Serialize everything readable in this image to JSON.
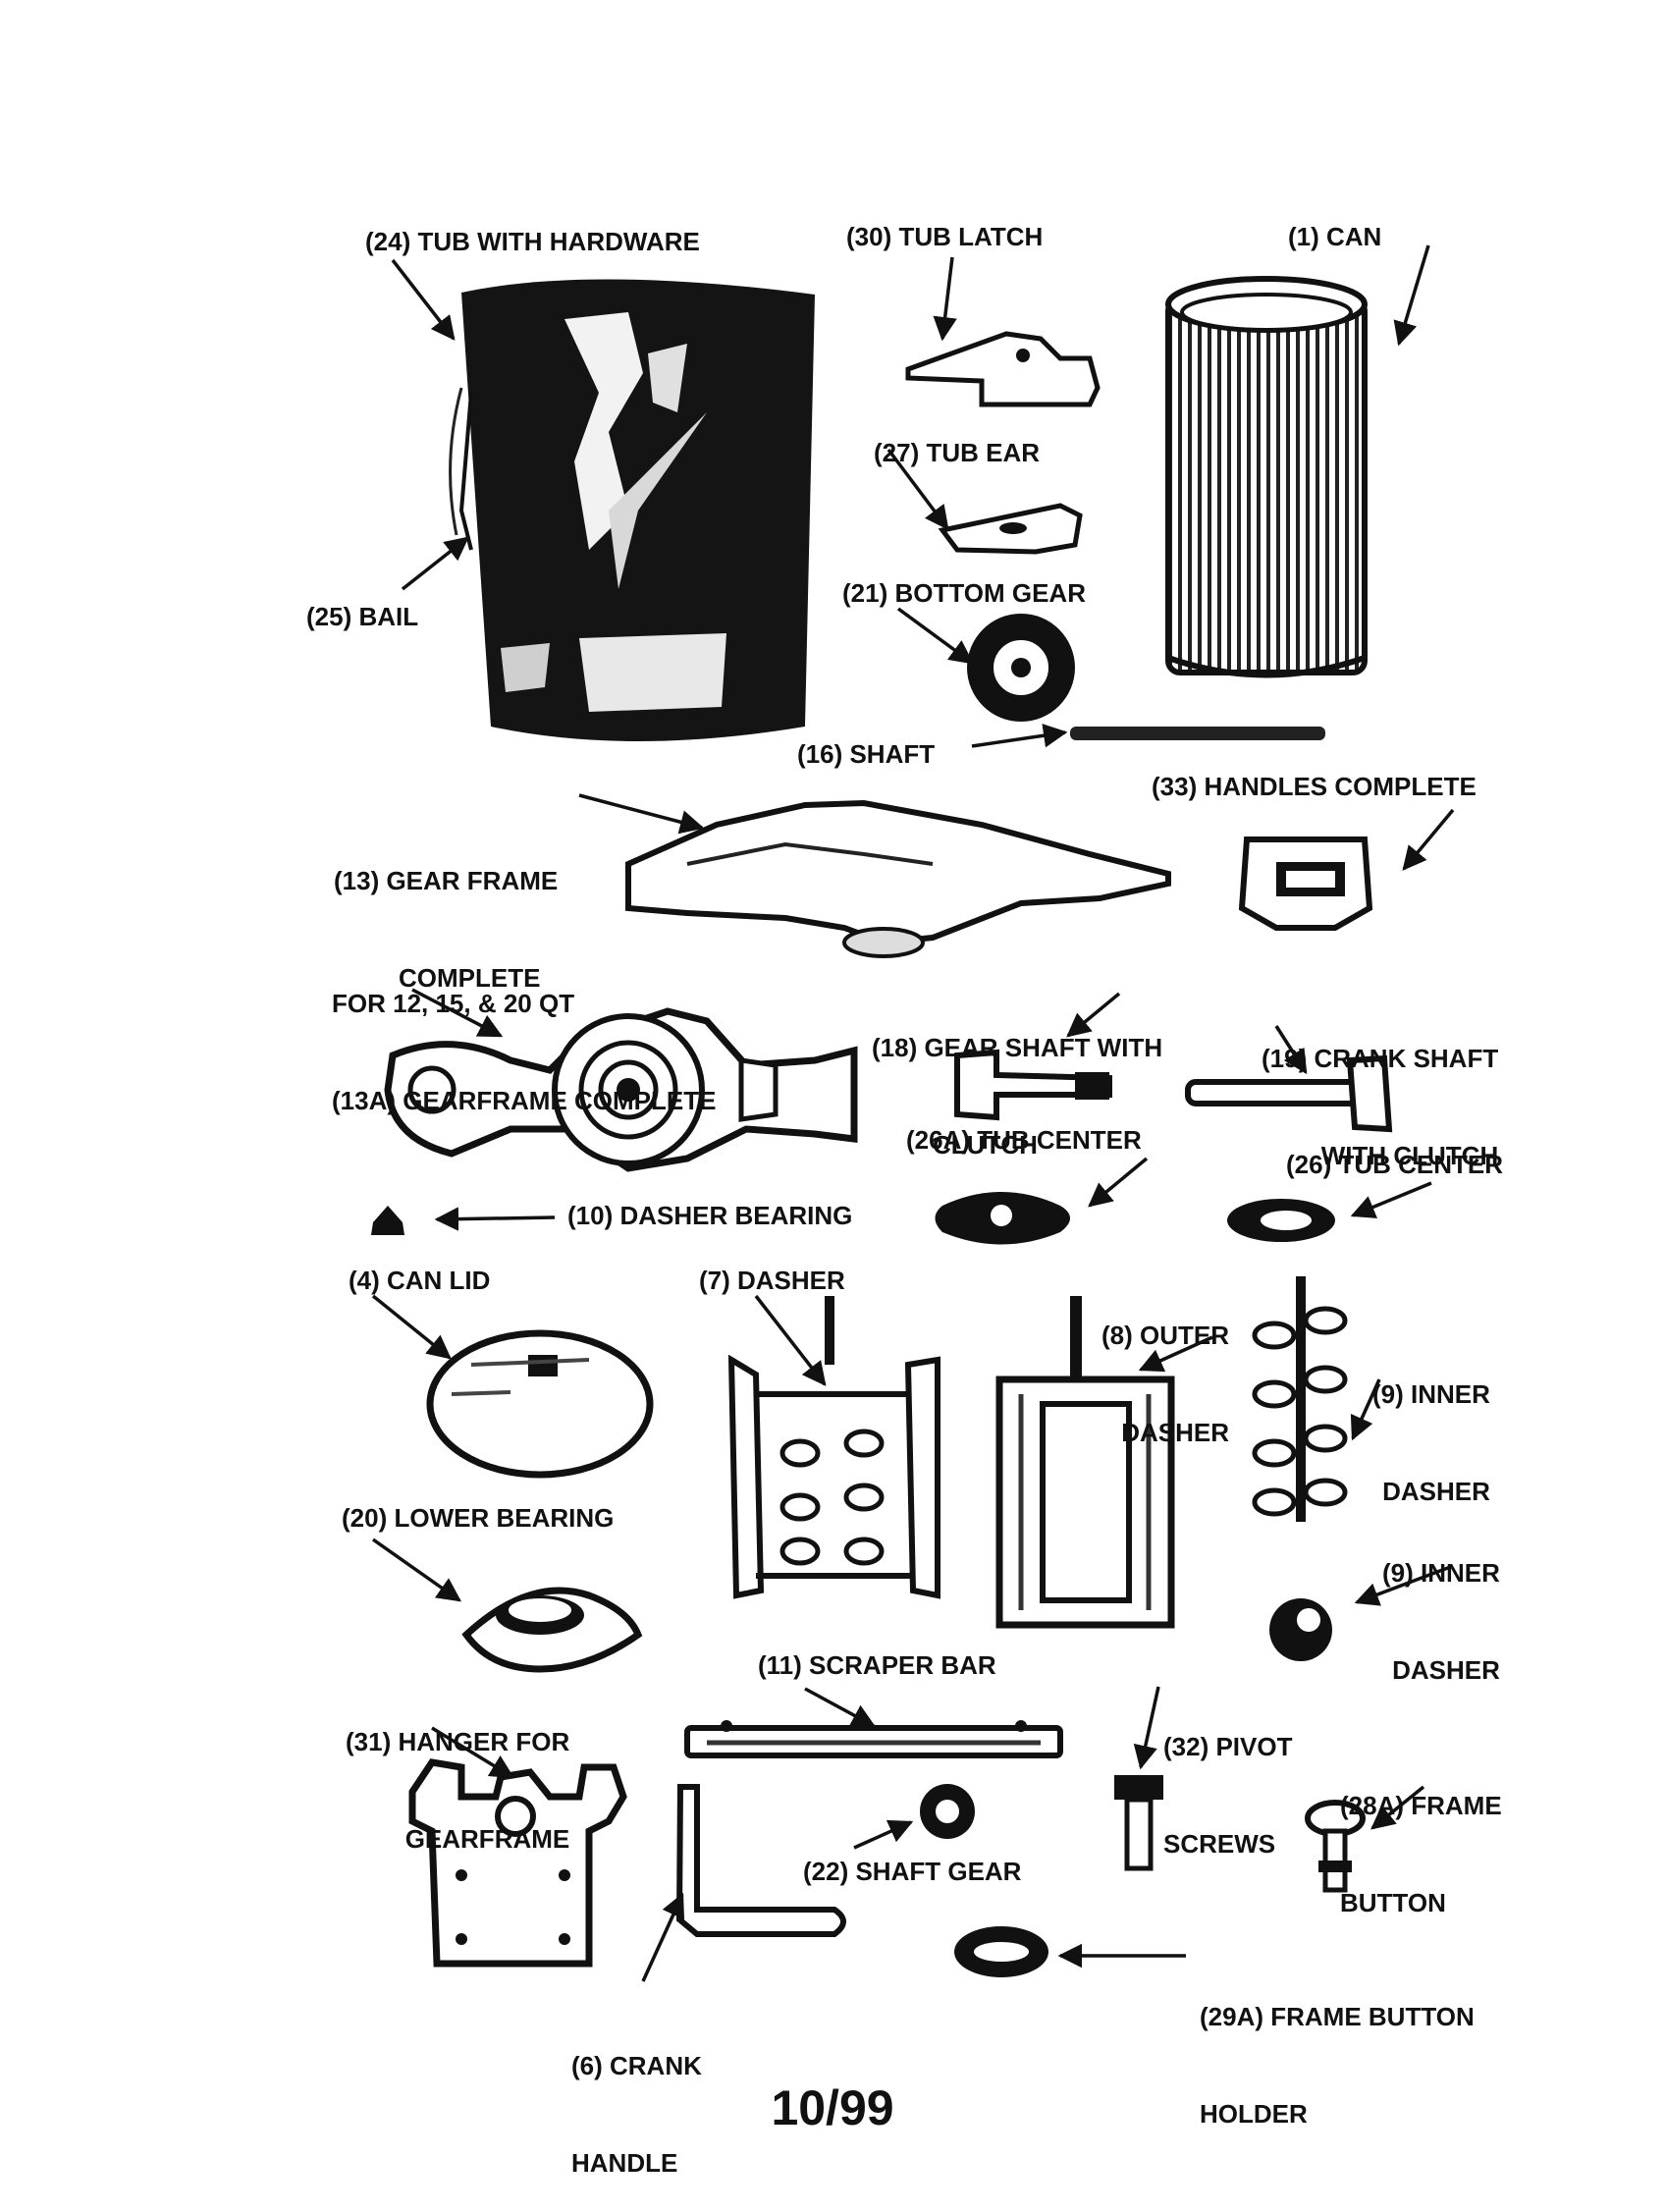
{
  "parts": {
    "tub_hardware": "(24) TUB WITH HARDWARE",
    "tub_latch": "(30) TUB LATCH",
    "can": "(1) CAN",
    "tub_ear": "(27) TUB EAR",
    "bail": "(25) BAIL",
    "bottom_gear": "(21) BOTTOM GEAR",
    "shaft": "(16) SHAFT",
    "gear_frame": [
      "(13) GEAR FRAME",
      "COMPLETE"
    ],
    "handles_complete": "(33) HANDLES COMPLETE",
    "gearframe_13a": [
      "FOR 12, 15, & 20 QT",
      "(13A) GEARFRAME COMPLETE"
    ],
    "gear_shaft": [
      "(18) GEAR SHAFT WITH",
      "CLUTCH"
    ],
    "crank_shaft": [
      "(19) CRANK SHAFT",
      "WITH CLUTCH"
    ],
    "tub_center_26a": "(26A) TUB CENTER",
    "tub_center_26": "(26) TUB CENTER",
    "dasher_bearing": "(10) DASHER BEARING",
    "can_lid": "(4) CAN LID",
    "dasher": "(7) DASHER",
    "outer_dasher": [
      "(8) OUTER",
      "DASHER"
    ],
    "inner_dasher_a": [
      "(9) INNER",
      "DASHER"
    ],
    "inner_dasher_b": [
      "(9) INNER",
      "DASHER"
    ],
    "lower_bearing": "(20) LOWER BEARING",
    "hanger": [
      "(31) HANGER FOR",
      "GEARFRAME"
    ],
    "scraper_bar": "(11) SCRAPER BAR",
    "pivot_screws": [
      "(32) PIVOT",
      "SCREWS"
    ],
    "frame_button": [
      "(28A) FRAME",
      "BUTTON"
    ],
    "shaft_gear": "(22) SHAFT GEAR",
    "frame_button_holder": [
      "(29A) FRAME BUTTON",
      "HOLDER"
    ],
    "crank_handle": [
      "(6) CRANK",
      "HANDLE"
    ]
  },
  "footer": "10/99"
}
